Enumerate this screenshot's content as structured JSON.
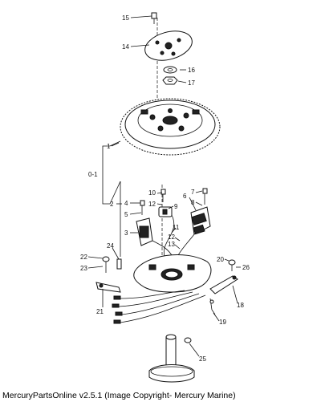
{
  "caption": "MercuryPartsOnline v2.5.1 (Image Copyright- Mercury Marine)",
  "callouts": [
    {
      "id": "15",
      "text": "15"
    },
    {
      "id": "14",
      "text": "14"
    },
    {
      "id": "16",
      "text": "16"
    },
    {
      "id": "17",
      "text": "17"
    },
    {
      "id": "1",
      "text": "1"
    },
    {
      "id": "0-1",
      "text": "0-1"
    },
    {
      "id": "2",
      "text": "2"
    },
    {
      "id": "10",
      "text": "10"
    },
    {
      "id": "12a",
      "text": "12"
    },
    {
      "id": "9",
      "text": "9"
    },
    {
      "id": "7",
      "text": "7"
    },
    {
      "id": "6",
      "text": "6"
    },
    {
      "id": "8",
      "text": "8"
    },
    {
      "id": "4",
      "text": "4"
    },
    {
      "id": "5",
      "text": "5"
    },
    {
      "id": "11",
      "text": "11"
    },
    {
      "id": "3",
      "text": "3"
    },
    {
      "id": "12b",
      "text": "12"
    },
    {
      "id": "13",
      "text": "13"
    },
    {
      "id": "24",
      "text": "24"
    },
    {
      "id": "22",
      "text": "22"
    },
    {
      "id": "23",
      "text": "23"
    },
    {
      "id": "20",
      "text": "20"
    },
    {
      "id": "26",
      "text": "26"
    },
    {
      "id": "18",
      "text": "18"
    },
    {
      "id": "21",
      "text": "21"
    },
    {
      "id": "19",
      "text": "19"
    },
    {
      "id": "25",
      "text": "25"
    }
  ]
}
